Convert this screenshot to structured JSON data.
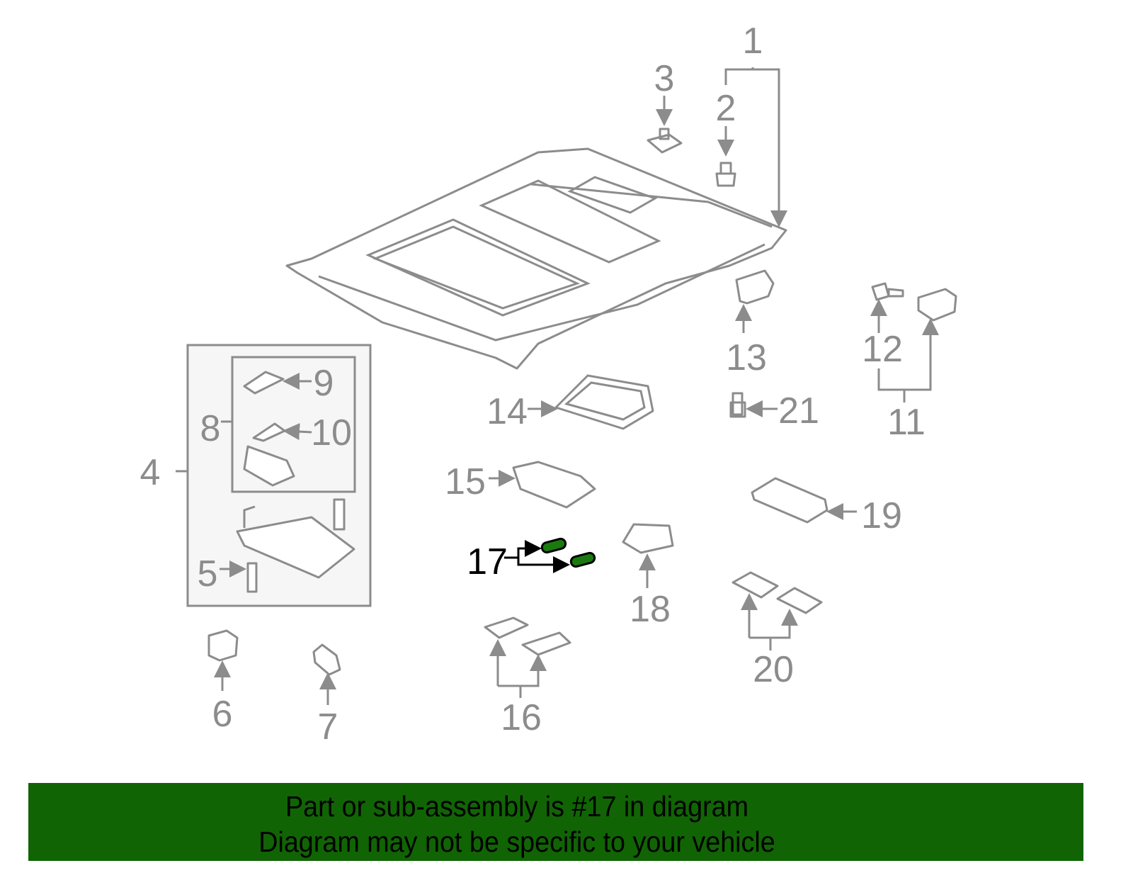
{
  "diagram": {
    "callouts": {
      "c1": "1",
      "c2": "2",
      "c3": "3",
      "c4": "4",
      "c5": "5",
      "c6": "6",
      "c7": "7",
      "c8": "8",
      "c9": "9",
      "c10": "10",
      "c11": "11",
      "c12": "12",
      "c13": "13",
      "c14": "14",
      "c15": "15",
      "c16": "16",
      "c17": "17",
      "c18": "18",
      "c19": "19",
      "c20": "20",
      "c21": "21"
    },
    "highlighted_part": "17",
    "colors": {
      "line": "#8c8c8c",
      "highlight": "#000000",
      "part_highlight": "#1a7a10",
      "banner": "#116404"
    }
  },
  "banner": {
    "line1": "Part or sub-assembly is #17 in diagram",
    "line2": "Diagram may not be specific to your vehicle"
  }
}
